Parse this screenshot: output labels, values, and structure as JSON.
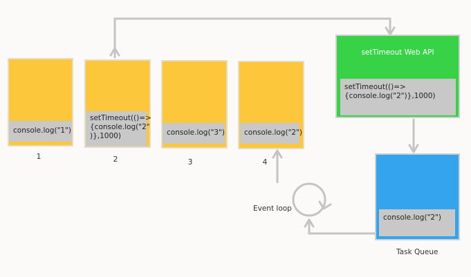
{
  "stack_frames": [
    {
      "code": "console.log(\"1\")",
      "step": "1"
    },
    {
      "code": "setTimeout(()=>\n{console.log(\"2\"\n)},1000)",
      "step": "2"
    },
    {
      "code": "console.log(\"3\")",
      "step": "3"
    },
    {
      "code": "console.log(\"2\")",
      "step": "4"
    }
  ],
  "web_api": {
    "title": "setTimeout Web API",
    "code": "setTimeout(()=>\n{console.log(\"2\")},1000)"
  },
  "task_queue": {
    "code": "console.log(\"2\")",
    "caption": "Task Queue"
  },
  "event_loop": {
    "caption": "Event loop"
  },
  "colors": {
    "stack_frame": "#fcc73a",
    "web_api": "#38d246",
    "task_queue": "#35a4ee",
    "code_label": "#c8c8c8",
    "connector": "#c4c4c4"
  }
}
